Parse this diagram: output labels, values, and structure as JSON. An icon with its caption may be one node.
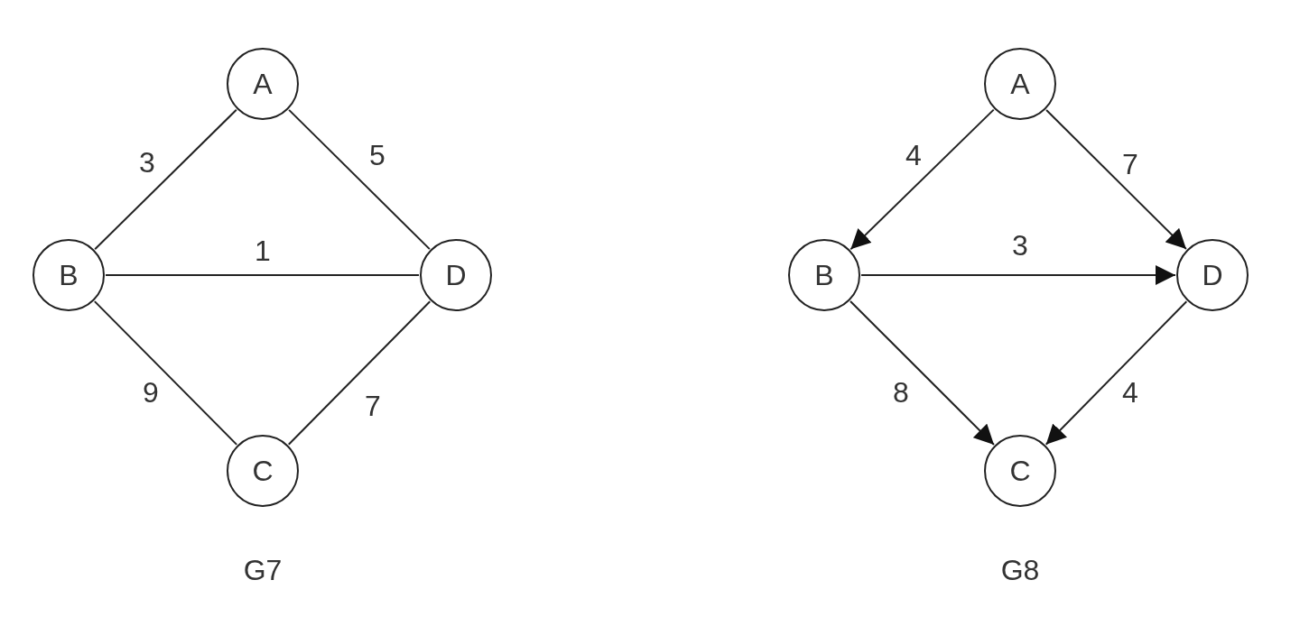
{
  "diagram": {
    "nodes": [
      {
        "text": [
          "A"
        ]
      },
      {
        "text": [
          "B"
        ]
      },
      {
        "text": [
          "D"
        ]
      },
      {
        "text": [
          "C"
        ]
      },
      {
        "text": [
          "A"
        ]
      },
      {
        "text": [
          "B"
        ]
      },
      {
        "text": [
          "D"
        ]
      },
      {
        "text": [
          "C"
        ]
      }
    ],
    "edges": [
      {
        "from": 0,
        "to": 1,
        "arrow": "none",
        "label": "3"
      },
      {
        "from": 0,
        "to": 2,
        "arrow": "none",
        "label": "5"
      },
      {
        "from": 1,
        "to": 2,
        "arrow": "none",
        "label": "1"
      },
      {
        "from": 1,
        "to": 3,
        "arrow": "none",
        "label": "9"
      },
      {
        "from": 3,
        "to": 2,
        "arrow": "none",
        "label": "7"
      },
      {
        "from": 4,
        "to": 5,
        "arrow": "to",
        "label": "4"
      },
      {
        "from": 4,
        "to": 6,
        "arrow": "to",
        "label": "7"
      },
      {
        "from": 5,
        "to": 6,
        "arrow": "to",
        "label": "3"
      },
      {
        "from": 5,
        "to": 7,
        "arrow": "to",
        "label": "8"
      },
      {
        "from": 6,
        "to": 7,
        "arrow": "to",
        "label": "4"
      }
    ],
    "labels": [
      "G7",
      "G8"
    ]
  }
}
